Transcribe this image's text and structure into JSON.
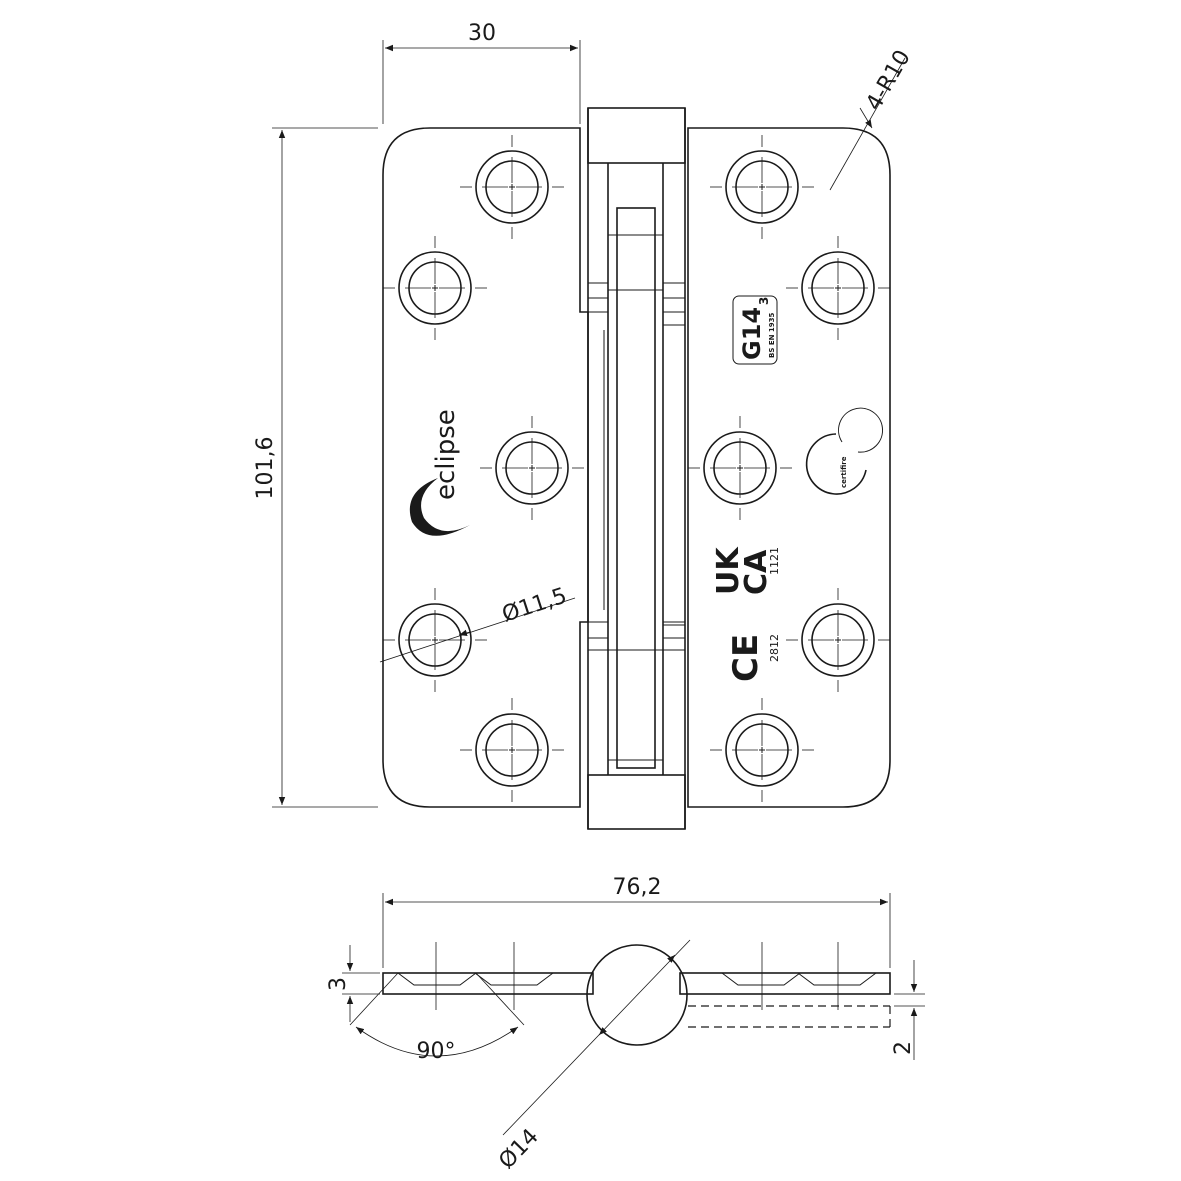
{
  "dimensions": {
    "width_label": "30",
    "height_label": "101,6",
    "radius_label": "4-R10",
    "hole_label": "Ø11,5",
    "overall_label": "76,2",
    "thickness_label": "3",
    "countersink_label": "90°",
    "knuckle_label": "Ø14",
    "offset_label": "2"
  },
  "markings": {
    "brand": "eclipse",
    "grade_code": "G14",
    "grade_sub": "3",
    "standard": "BS EN 1935",
    "ukca_line1": "UK",
    "ukca_line2": "CA",
    "ukca_number": "1121",
    "ce_mark": "CE",
    "ce_number": "2812",
    "certifire": "certifire"
  }
}
